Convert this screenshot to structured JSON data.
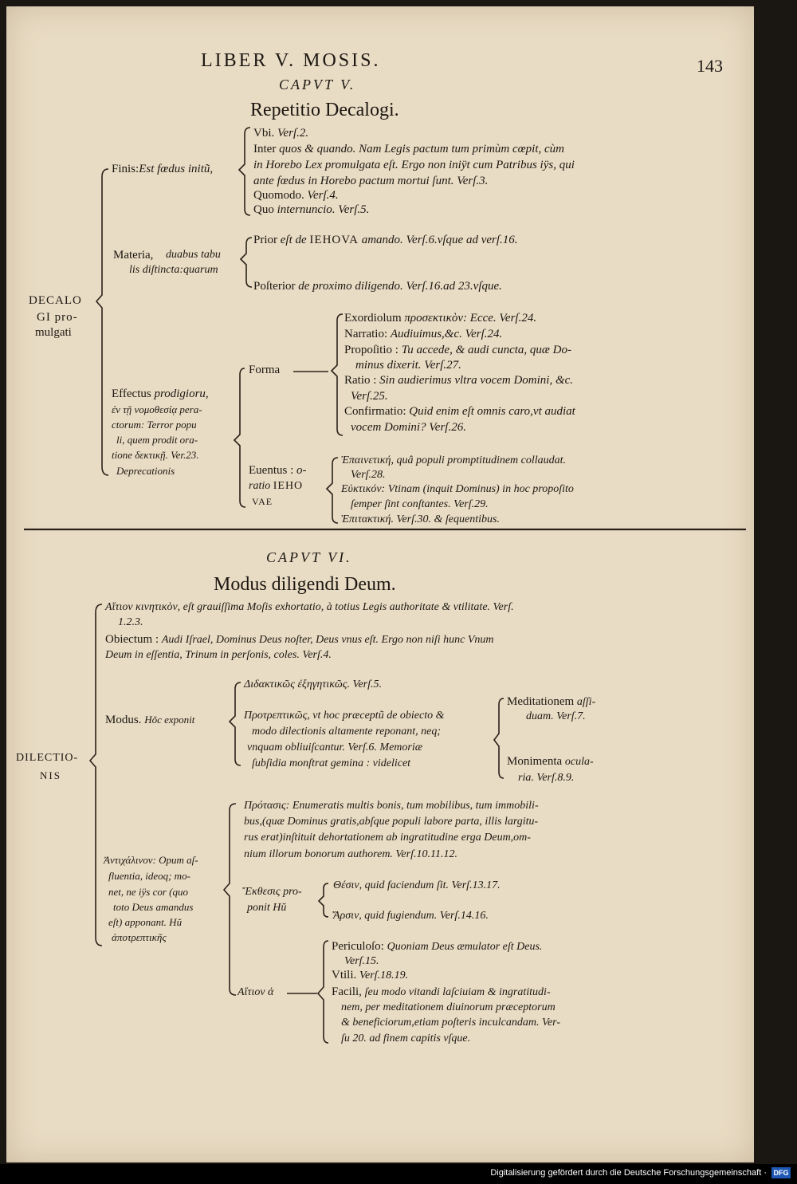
{
  "header": {
    "running_head": "LIBER V. MOSIS.",
    "page_number": "143"
  },
  "caput5": {
    "caput": "CAPVT V.",
    "title": "Repetitio Decalogi.",
    "root": [
      "DECALO",
      "GI pro-",
      "mulgati"
    ],
    "finis": {
      "label": "Finis:",
      "label_it": "Est fœdus initũ,",
      "items": [
        [
          "Vbi.",
          "Verſ.2."
        ],
        [
          "Inter",
          "quos & quando. Nam Legis pactum tum primùm cœpit, cùm"
        ],
        [
          "",
          "in Horebo Lex promulgata eſt. Ergo non iniÿt cum Patribus iÿs, qui"
        ],
        [
          "",
          "ante fœdus in Horebo pactum mortui ſunt. Verſ.3."
        ],
        [
          "Quomodo.",
          "Verſ.4."
        ],
        [
          "Quo",
          "internuncio. Verſ.5."
        ]
      ]
    },
    "materia": {
      "label": [
        "Materia,",
        "duabus tabu",
        "lis diſtincta:quarum"
      ],
      "prior": [
        "Prior",
        "eſt de",
        "IEHOVA",
        "amando. Verſ.6.vſque ad verſ.16."
      ],
      "posterior": [
        "Poſterior",
        "de proximo diligendo. Verſ.16.ad 23.vſque."
      ]
    },
    "effectus": {
      "label": [
        "Effectus",
        "prodigioru,",
        "ἐν τῇ νομοθεσίᾳ pera-",
        "ctorum: Terror popu",
        "li, quem prodit ora-",
        "tione δεκτικῇ. Ver.23.",
        "Deprecationis"
      ],
      "forma": "Forma",
      "forma_items": [
        [
          "Exordiolum",
          "προσεκτικὸν: Ecce. Verſ.24."
        ],
        [
          "Narratio:",
          "Audiuimus,&c. Verſ.24."
        ],
        [
          "Propoſitio :",
          "Tu accede, & audi cuncta, quæ Do-"
        ],
        [
          "",
          "minus dixerit. Verſ.27."
        ],
        [
          "Ratio :",
          "Sin audierimus vltra vocem Domini, &c."
        ],
        [
          "",
          "Verſ.25."
        ],
        [
          "Confirmatio:",
          "Quid enim eſt omnis caro,vt audiat"
        ],
        [
          "",
          "vocem Domini? Verſ.26."
        ]
      ],
      "euentus": [
        "Euentus :",
        "o-",
        "ratio",
        "IEHO",
        "VAE"
      ],
      "euentus_items": [
        "Ἐπαινετική, quâ populi promptitudinem collaudat.",
        "Verſ.28.",
        "Εὐκτικόν: Vtinam (inquit Dominus) in hoc propoſito",
        "ſemper ſint conſtantes. Verſ.29.",
        "Ἐπιτακτική. Verſ.30. & ſequentibus."
      ]
    }
  },
  "caput6": {
    "caput": "CAPVT VI.",
    "title": "Modus diligendi Deum.",
    "root": [
      "DILECTIO-",
      "NIS"
    ],
    "aition_lines": [
      "Αἴτιον κινητικὸν, eſt grauiſſima Moſis exhortatio, à totius Legis authoritate & vtilitate. Verſ.",
      "1.2.3."
    ],
    "obiectum": [
      "Obiectum :",
      "Audi Iſrael, Dominus Deus noſter, Deus vnus eſt. Ergo non niſi hunc Vnum",
      "Deum in eſſentia, Trinum in perſonis, coles. Verſ.4."
    ],
    "modus": {
      "label": "Modus.",
      "label_it": "Hŏc exponit",
      "items": [
        "Διδακτικῶς ἐξηγητικῶς. Verſ.5.",
        "Προτρεπτικῶς, vt hoc præceptũ de obiecto &",
        "modo dilectionis altamente reponant, neq;",
        "vnquam obliuiſcantur. Verſ.6. Memoriæ",
        "ſubſidia monſtrat gemina : videlicet"
      ],
      "meditatio": [
        "Meditationem",
        "aſſi-",
        "duam. Verſ.7."
      ],
      "monimenta": [
        "Monimenta",
        "ocula-",
        "ria. Verſ.8.9."
      ]
    },
    "antichalinon": {
      "label": [
        "Ἀντιχάλινον: Opum aſ-",
        "fluentia, ideoq; mo-",
        "net, ne iÿs cor (quo",
        "toto Deus amandus",
        "eſt) apponant. Hŭ",
        "ἀποτρεπτικῆς"
      ],
      "protasis": [
        "Πρότασις: Enumeratis multis bonis, tum mobilibus, tum immobili-",
        "bus,(quæ Dominus gratis,abſque populi labore parta, illis largitu-",
        "rus erat)inſtituit dehortationem ab ingratitudine erga Deum,om-",
        "nium illorum bonorum authorem. Verſ.10.11.12."
      ],
      "ekthesis": [
        "Ἔκθεσις",
        "pro-",
        "ponit",
        "Hŭ"
      ],
      "ekthesis_items": [
        "Θέσιν, quid faciendum ſit. Verſ.13.17.",
        "Ἄρσιν, quid fugiendum. Verſ.14.16."
      ],
      "aition": "Αἴτιον ἀ",
      "aition_items": [
        [
          "Periculoſo:",
          "Quoniam Deus æmulator eſt Deus."
        ],
        [
          "",
          "Verſ.15."
        ],
        [
          "Vtili.",
          "Verſ.18.19."
        ],
        [
          "Facili,",
          "ſeu modo vitandi laſciuiam & ingratitudi-"
        ],
        [
          "",
          "nem, per meditationem diuinorum præceptorum"
        ],
        [
          "",
          "& beneficiorum,etiam poſteris inculcandam. Ver-"
        ],
        [
          "",
          "ſu 20. ad finem capitis vſque."
        ]
      ]
    }
  },
  "footer": {
    "text": "Digitalisierung gefördert durch die Deutsche Forschungsgemeinschaft ·",
    "logo": "DFG"
  }
}
